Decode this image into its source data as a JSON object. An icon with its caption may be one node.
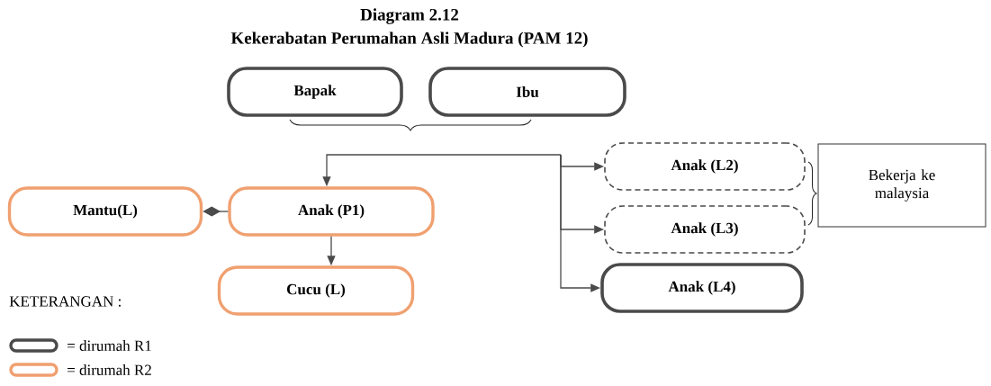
{
  "diagram": {
    "title": "Diagram 2.12",
    "nodes": [
      {
        "text": [
          "Bapak"
        ]
      },
      {
        "text": [
          "Ibu"
        ]
      },
      {
        "text": [
          "Mantu(L)"
        ]
      },
      {
        "text": [
          "Anak (P1)"
        ]
      },
      {
        "text": [
          "Cucu (L)"
        ]
      },
      {
        "text": [
          "Anak (L2)"
        ]
      },
      {
        "text": [
          "Anak (L3)"
        ]
      },
      {
        "text": [
          "Anak (L4)"
        ]
      },
      {
        "text": [
          "Bekerja ke malaysia"
        ]
      }
    ],
    "edges": [
      {
        "from": null,
        "to": 3,
        "arrow": "to"
      },
      {
        "from": null,
        "to": 5,
        "arrow": "to"
      },
      {
        "from": null,
        "to": 6,
        "arrow": "to"
      },
      {
        "from": null,
        "to": 7,
        "arrow": "to"
      },
      {
        "from": 2,
        "to": 3,
        "arrow": "other"
      },
      {
        "from": 3,
        "to": 4,
        "arrow": "to"
      }
    ],
    "labels": [
      "Kekerabatan Perumahan Asli Madura (PAM 12)",
      "KETERANGAN :"
    ],
    "legend": [
      {
        "text": "= dirumah R1",
        "color": "#4a4a4a"
      },
      {
        "text": "= dirumah R2",
        "color": "#f0a070"
      }
    ]
  }
}
